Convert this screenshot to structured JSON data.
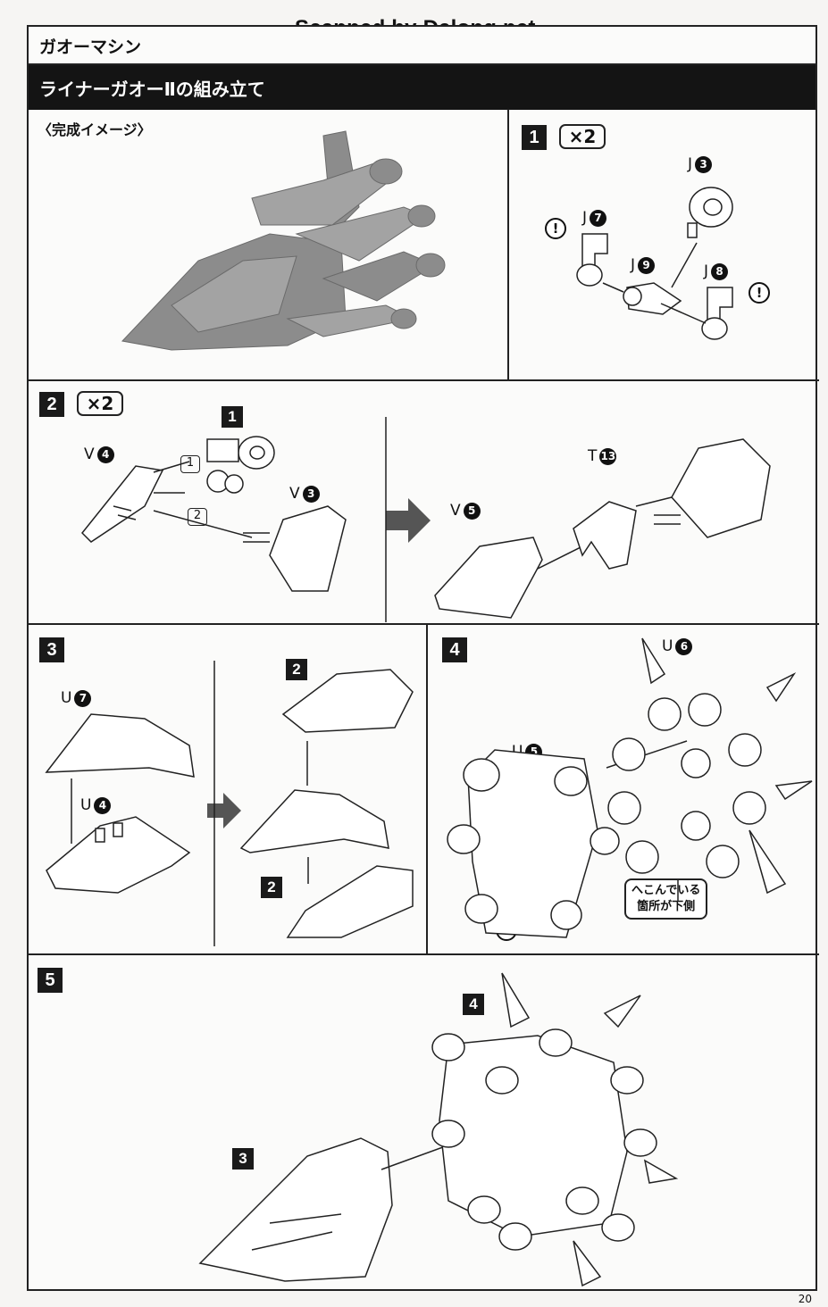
{
  "watermark": "Scanned by Dalong.net",
  "header": {
    "section_label": "ガオーマシン",
    "title": "ライナーガオーⅡの組み立て"
  },
  "preview": {
    "label": "〈完成イメージ〉"
  },
  "steps": {
    "s1": {
      "num": "1",
      "mult": "×2",
      "labels": {
        "j3": "J",
        "j3n": "3",
        "j7": "J",
        "j7n": "7",
        "j9": "J",
        "j9n": "9",
        "j8": "J",
        "j8n": "8"
      },
      "warn": "!"
    },
    "s2": {
      "num": "2",
      "mult": "×2",
      "ref": "1",
      "labels": {
        "v4": "V",
        "v4n": "4",
        "v3": "V",
        "v3n": "3",
        "v5": "V",
        "v5n": "5",
        "t13": "T",
        "t13n": "13"
      },
      "order1": "1",
      "order2": "2"
    },
    "s3": {
      "num": "3",
      "ref_top": "2",
      "ref_bottom": "2",
      "labels": {
        "u7": "U",
        "u7n": "7",
        "u4": "U",
        "u4n": "4"
      }
    },
    "s4": {
      "num": "4",
      "labels": {
        "u6": "U",
        "u6n": "6",
        "u5": "U",
        "u5n": "5"
      },
      "note_line1": "へこんでいる",
      "note_line2": "箇所が下側",
      "warn": "!"
    },
    "s5": {
      "num": "5",
      "ref_a": "4",
      "ref_b": "3"
    }
  },
  "page_number": "20"
}
